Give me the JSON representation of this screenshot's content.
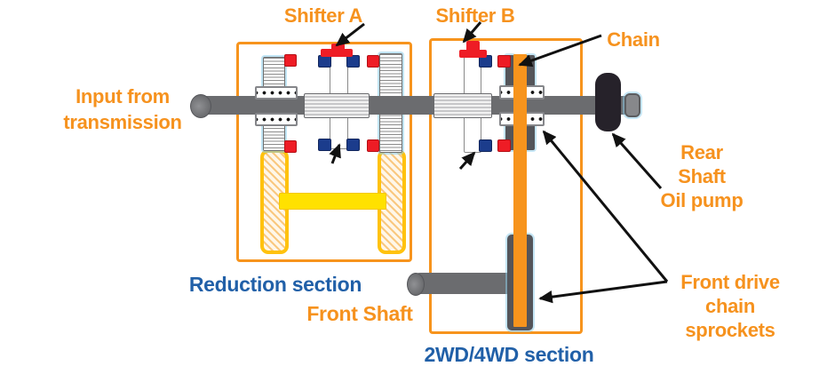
{
  "labels": {
    "shifter_a": "Shifter A",
    "shifter_b": "Shifter B",
    "chain": "Chain",
    "input_line1": "Input from",
    "input_line2": "transmission",
    "rear_line1": "Rear",
    "rear_line2": "Shaft",
    "rear_line3": "Oil pump",
    "reduction_section": "Reduction section",
    "front_shaft": "Front Shaft",
    "wd_section": "2WD/4WD section",
    "front_drive_line1": "Front drive",
    "front_drive_line2": "chain",
    "front_drive_line3": "sprockets"
  },
  "colors": {
    "label_orange": "#F6921E",
    "label_blue": "#2160A8",
    "box_border": "#F7941D",
    "chain": "#F7941D",
    "shaft": "#6B6C6F",
    "sprocket": "#54555A",
    "oil_pump": "#26222A",
    "bearing_red": "#EE1C25",
    "bearing_navy": "#1B3C8C",
    "counter_gear_yellow": "#FFE100",
    "counter_gear_border": "#FFC20E"
  }
}
